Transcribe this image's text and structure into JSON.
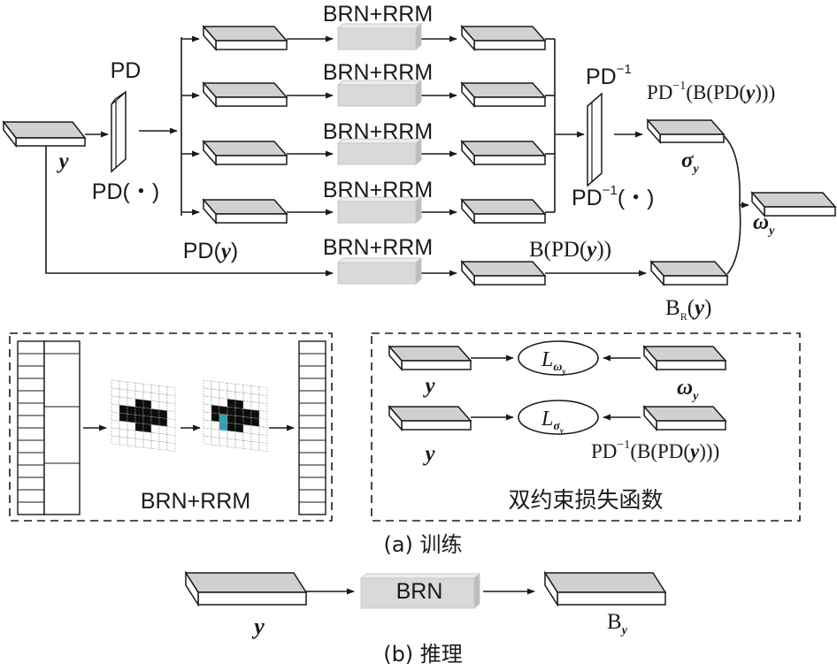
{
  "module_label": "BRN+RRM",
  "pd": {
    "top": "PD",
    "op": "PD(・)",
    "pd_y_base": "PD(",
    "y": "y",
    "close": ")"
  },
  "pdinv": {
    "top_base": "PD",
    "sup": "−1",
    "op_base": "PD",
    "op_rest": "(・)",
    "full_base": "PD",
    "full_mid": "(B(PD(",
    "full_end": ")))"
  },
  "sigma_y": {
    "base": "σ",
    "sub": "y"
  },
  "omega_y": {
    "base": "ω",
    "sub": "y"
  },
  "b_pd_y": {
    "pre": "B(PD(",
    "y": "y",
    "post": "))"
  },
  "br_y": {
    "base": "B",
    "sub": "R",
    "open": "(",
    "y": "y",
    "close": ")"
  },
  "input_label": "y",
  "loss_panel": {
    "row1_left": "y",
    "row1_loss": "L",
    "row1_loss_sub": "ω",
    "row1_loss_subsub": "y",
    "row1_right_base": "ω",
    "row1_right_sub": "y",
    "row2_left": "y",
    "row2_loss": "L",
    "row2_loss_sub": "σ",
    "row2_loss_subsub": "y",
    "caption": "双约束损失函数"
  },
  "brn_panel": {
    "caption": "BRN+RRM"
  },
  "caption_a": "(a) 训练",
  "inference": {
    "input": "y",
    "module": "BRN",
    "output_base": "B",
    "output_sub": "y"
  },
  "caption_b": "(b) 推理"
}
